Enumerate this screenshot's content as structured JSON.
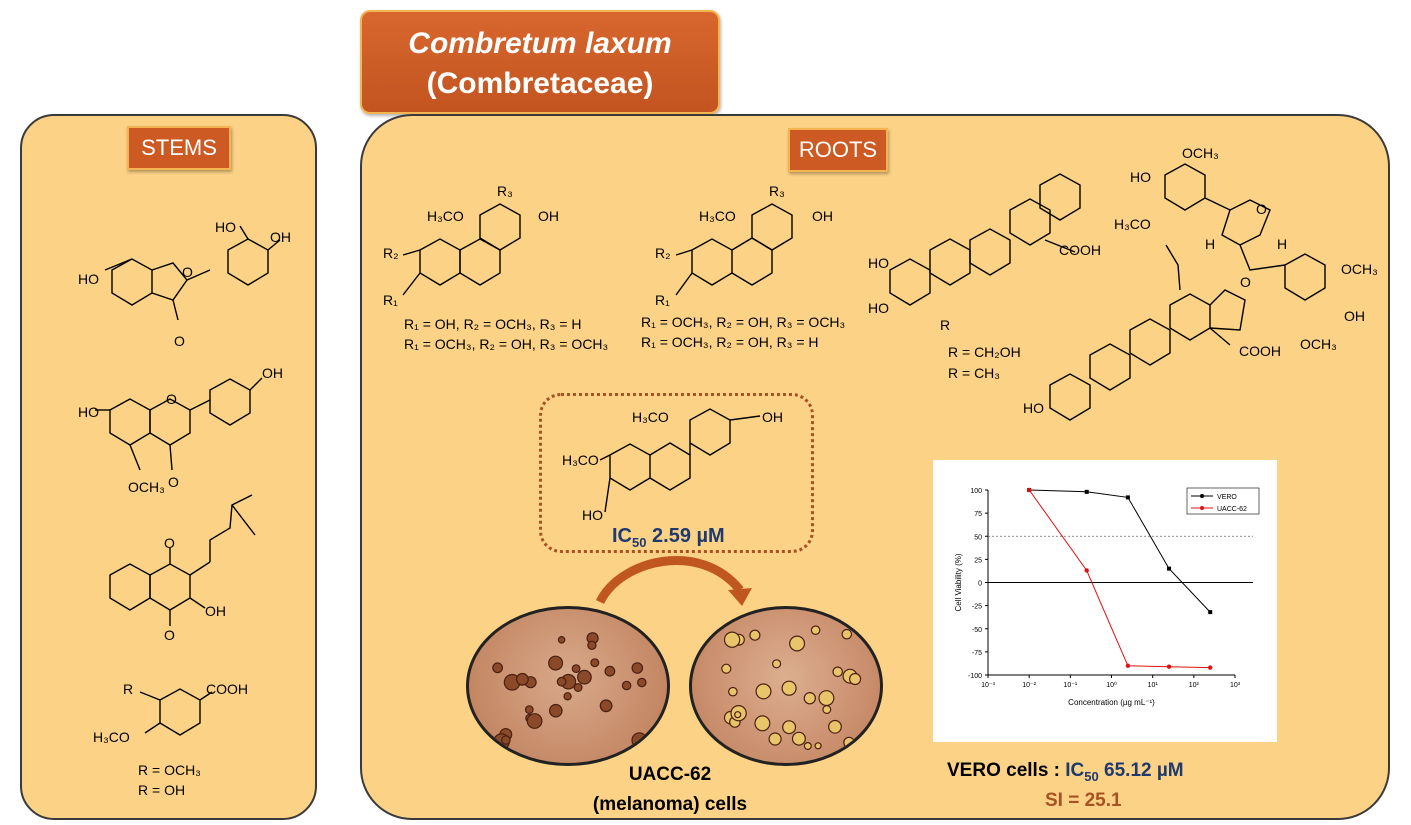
{
  "header": {
    "title_italic": "Combretum laxum",
    "title_family": "(Combretaceae)"
  },
  "stems": {
    "tag": "STEMS",
    "mol1": {
      "oh_a": "HO",
      "oh_b": "OH",
      "oh_c": "HO",
      "o_ring": "O",
      "o_keto": "O"
    },
    "mol2": {
      "oh_top": "OH",
      "oh_left": "HO",
      "o_ring": "O",
      "och3": "OCH₃",
      "o_keto": "O"
    },
    "mol3": {
      "o_top": "O",
      "o_bottom": "O",
      "oh": "OH"
    },
    "mol4": {
      "r": "R",
      "cooh": "COOH",
      "h3co": "H₃CO",
      "r_line1": "R = OCH₃",
      "r_line2": "R = OH"
    }
  },
  "roots": {
    "tag": "ROOTS",
    "phen1": {
      "r3": "R₃",
      "h3co": "H₃CO",
      "oh": "OH",
      "r2": "R₂",
      "r1": "R₁",
      "line1": "R₁ = OH, R₂ = OCH₃, R₃ = H",
      "line2": "R₁ = OCH₃, R₂ = OH, R₃ = OCH₃"
    },
    "phen2": {
      "r3": "R₃",
      "h3co": "H₃CO",
      "oh": "OH",
      "r2": "R₂",
      "r1": "R₁",
      "line1": "R₁ = OCH₃, R₂ = OH, R₃ = OCH₃",
      "line2": "R₁ = OCH₃, R₂ = OH, R₃ = H"
    },
    "triterpene": {
      "ho1": "HO",
      "ho2": "HO",
      "cooh": "COOH",
      "r": "R",
      "line1": "R = CH₂OH",
      "line2": "R = CH₃"
    },
    "lignan": {
      "och3_a": "OCH₃",
      "ho": "HO",
      "h3co": "H₃CO",
      "o1": "O",
      "o2": "O",
      "h1": "H",
      "h2": "H",
      "och3_b": "OCH₃",
      "oh": "OH",
      "och3_c": "OCH₃"
    },
    "betulinic": {
      "cooh": "COOH",
      "ho": "HO"
    },
    "active": {
      "h3co_top": "H₃CO",
      "oh": "OH",
      "h3co_left": "H₃CO",
      "ho": "HO",
      "ic50_prefix": "IC",
      "ic50_sub": "50",
      "ic50_value": " 2.59 µM"
    },
    "cells_caption_1": "UACC-62",
    "cells_caption_2": "(melanoma) cells",
    "vero_prefix": "VERO cells : ",
    "vero_ic": "IC",
    "vero_sub": "50",
    "vero_value": " 65.12 µM",
    "si": "SI = 25.1"
  },
  "chart_data": {
    "type": "line",
    "xlabel": "Concentration (µg mL⁻¹)",
    "ylabel": "Cell Viability (%)",
    "xscale": "log",
    "xlim": [
      0.001,
      1000
    ],
    "ylim": [
      -100,
      100
    ],
    "yticks": [
      100,
      75,
      50,
      25,
      0,
      -25,
      -50,
      -75,
      -100
    ],
    "xtick_labels": [
      "10⁻³",
      "10⁻²",
      "10⁻¹",
      "10⁰",
      "10¹",
      "10²",
      "10³"
    ],
    "reference_line": 50,
    "legend": "top-right",
    "series": [
      {
        "name": "VERO",
        "color": "#000000",
        "x": [
          0.01,
          0.25,
          2.5,
          25,
          250
        ],
        "y": [
          100,
          98,
          92,
          15,
          -32
        ]
      },
      {
        "name": "UACC-62",
        "color": "#e01010",
        "x": [
          0.01,
          0.25,
          2.5,
          25,
          250
        ],
        "y": [
          100,
          13,
          -90,
          -91,
          -92
        ]
      }
    ]
  }
}
